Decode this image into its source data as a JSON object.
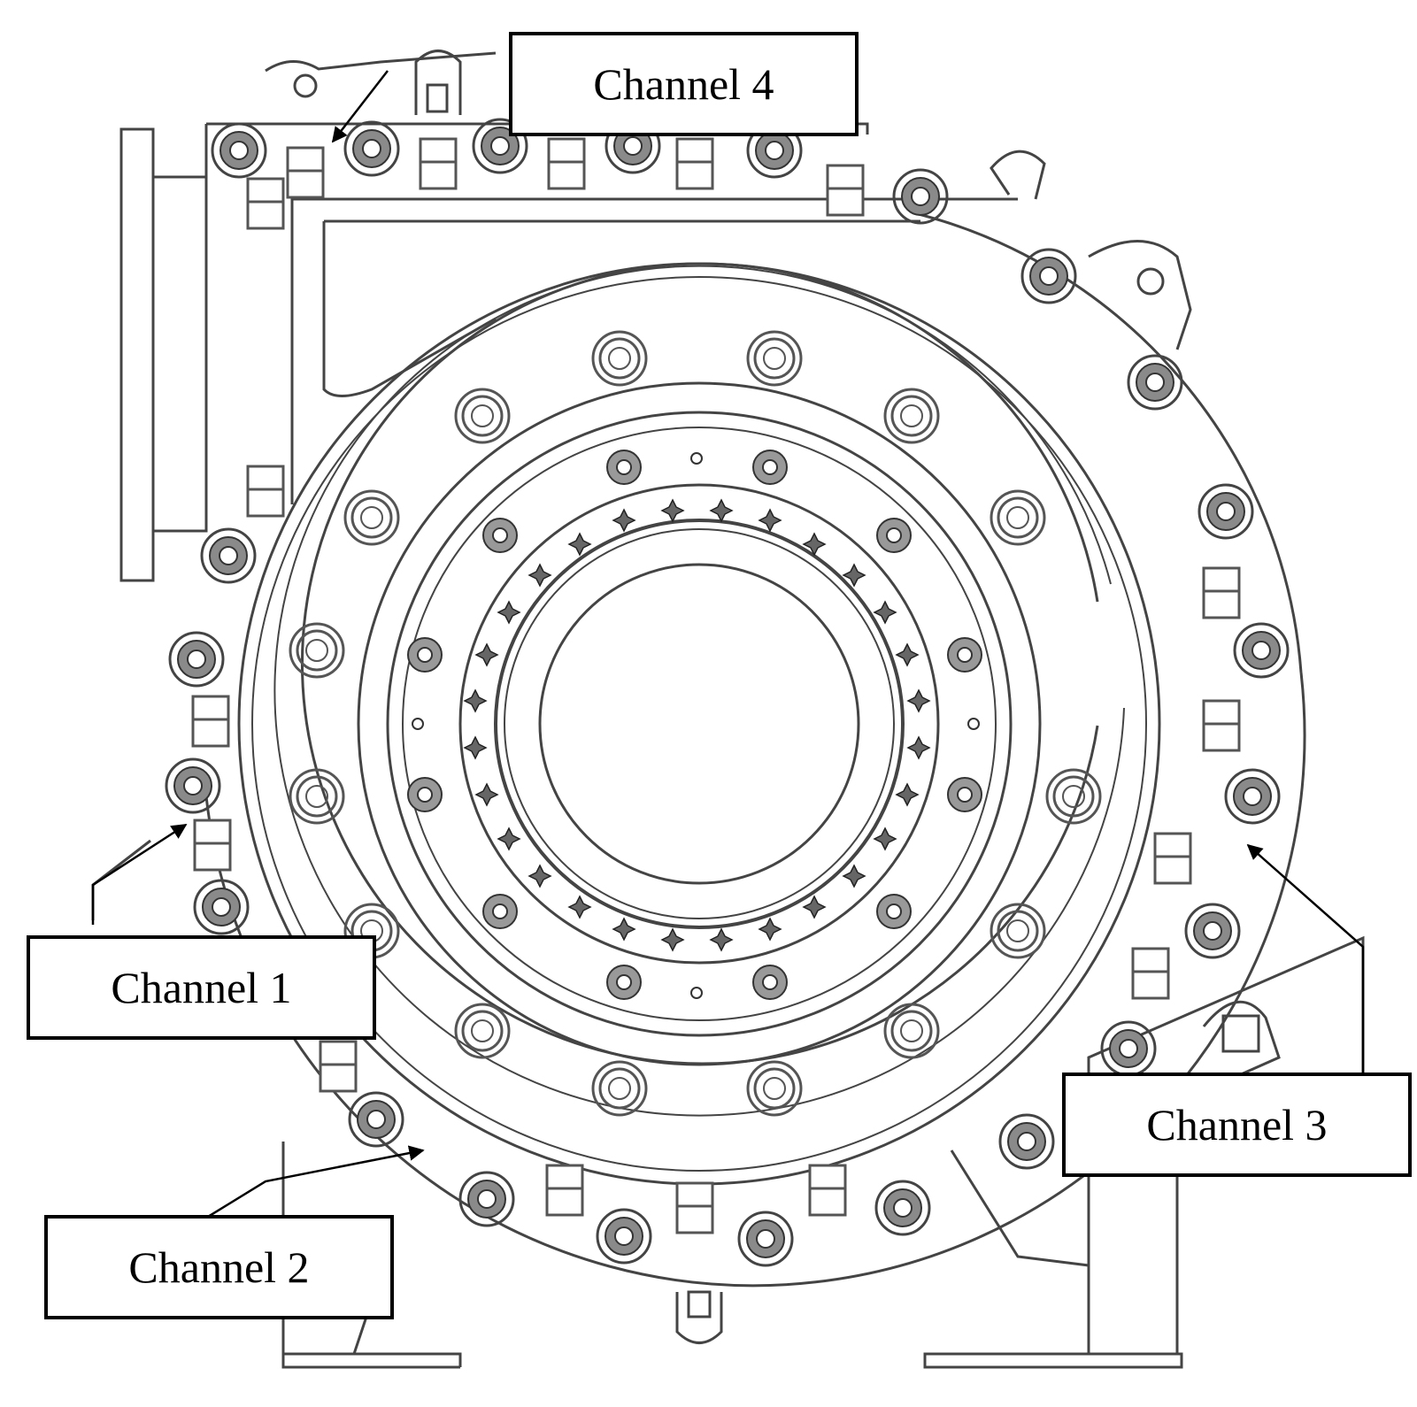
{
  "labels": {
    "channel_4": "Channel 4",
    "channel_1": "Channel 1",
    "channel_2": "Channel 2",
    "channel_3": "Channel 3"
  },
  "colors": {
    "line": "#3a3a3a",
    "label_border": "#000000",
    "background": "#ffffff"
  }
}
